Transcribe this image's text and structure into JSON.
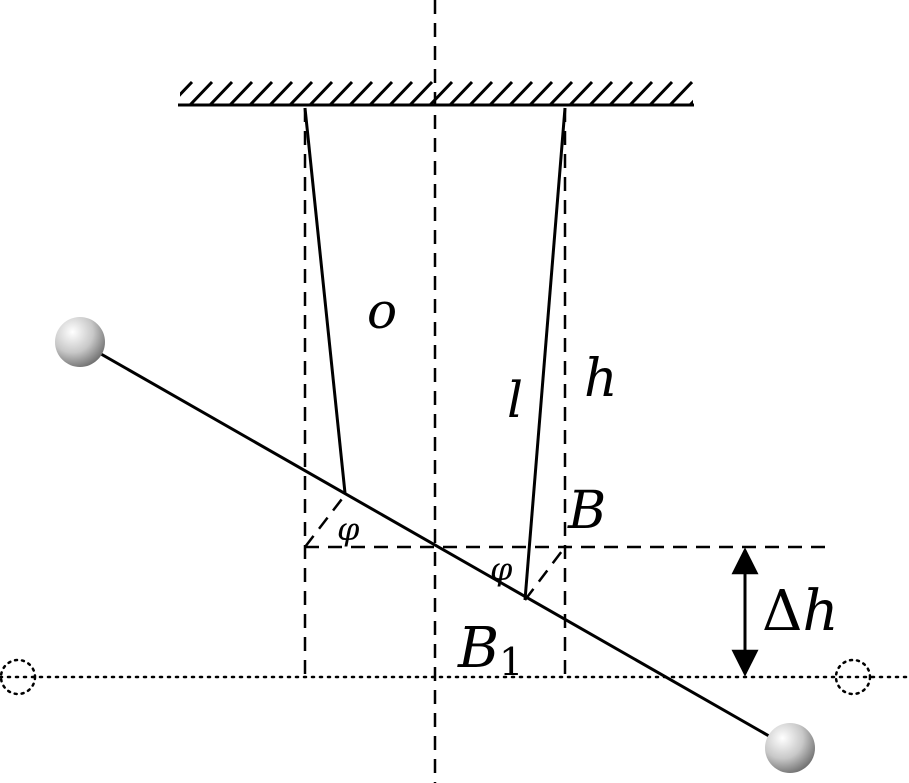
{
  "labels": {
    "o": "o",
    "l": "l",
    "h": "h",
    "B": "B",
    "B1_main": "B",
    "B1_sub": "1",
    "phi": "φ",
    "delta_h_sym": "Δ",
    "delta_h_var": "h"
  },
  "colors": {
    "ink": "#000000",
    "ball_light": "#ffffff",
    "ball_dark": "#8a8a8a"
  }
}
